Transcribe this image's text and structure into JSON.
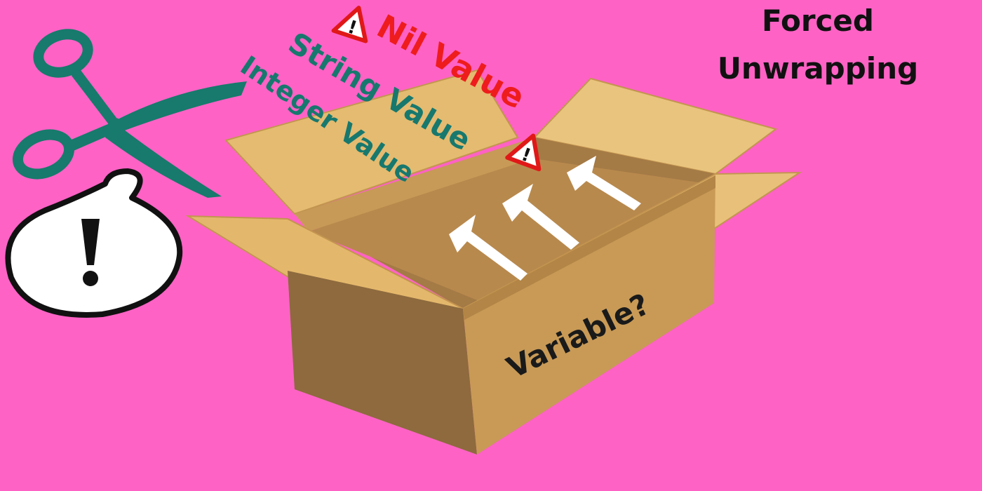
{
  "title": {
    "line1": "Forced",
    "line2": "Unwrapping"
  },
  "labels": {
    "nil": "Nil Value",
    "string": "String Value",
    "integer": "Integer Value",
    "box": "Variable?"
  },
  "speech_bubble": {
    "symbol": "!"
  },
  "warning": {
    "symbol": "!"
  },
  "icons": [
    "scissors-icon",
    "warning-icon",
    "speech-bubble-icon",
    "arrow-up-icon"
  ],
  "colors": {
    "background": "#ff62c5",
    "title_text": "#111111",
    "nil_text": "#ee1c1c",
    "value_text": "#17786e",
    "scissors": "#177a6c",
    "box_light": "#e6be74",
    "box_mid": "#c99c55",
    "box_dark": "#8f6a3d",
    "arrow": "#ffffff"
  }
}
